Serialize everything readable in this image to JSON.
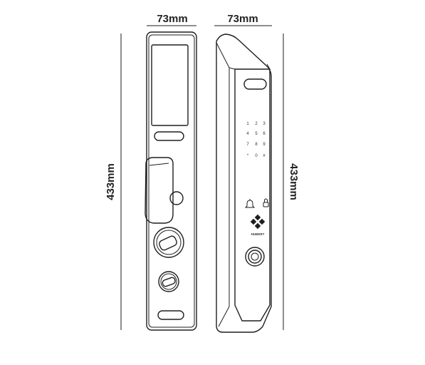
{
  "dimensions": {
    "front_width": "73mm",
    "side_width": "73mm",
    "front_height": "433mm",
    "side_height": "433mm"
  },
  "keypad": {
    "rows": [
      [
        "1",
        "2",
        "3"
      ],
      [
        "4",
        "5",
        "6"
      ],
      [
        "7",
        "8",
        "9"
      ],
      [
        "*",
        "0",
        "#"
      ]
    ]
  },
  "brand": {
    "label": "HUBERT"
  },
  "icons": {
    "doorbell": "bell-icon",
    "lock": "padlock-icon",
    "logo": "diamond-logo-icon",
    "fingerprint": "fingerprint-sensor-icon"
  },
  "colors": {
    "line": "#1e1e1e",
    "text": "#222222",
    "background": "#ffffff"
  }
}
